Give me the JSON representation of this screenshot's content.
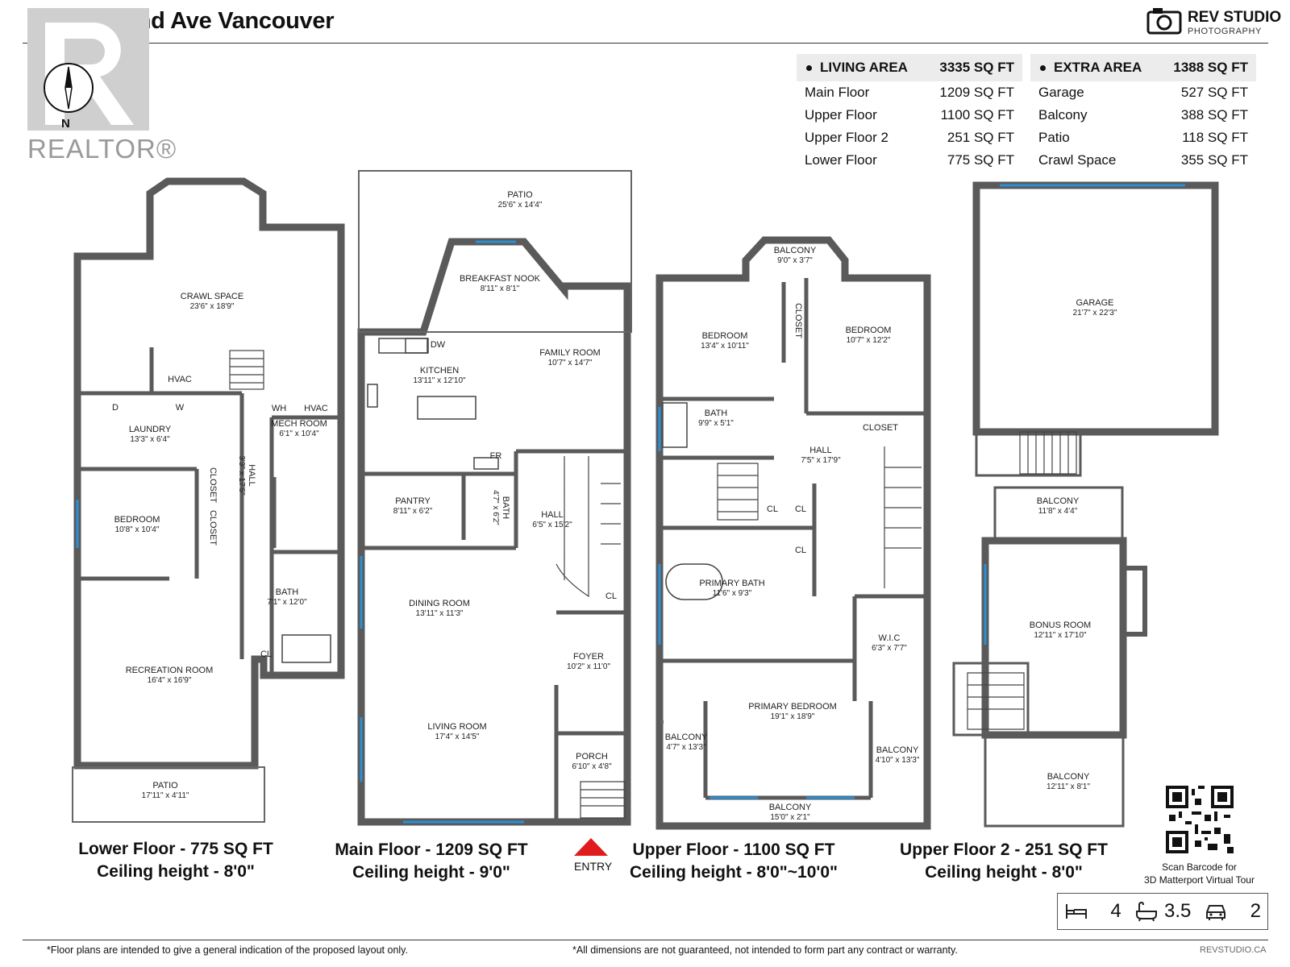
{
  "header": {
    "title": "4648 W 2nd Ave Vancouver",
    "brand_name": "REV STUDIO",
    "brand_sub": "PHOTOGRAPHY",
    "realtor_word": "REALTOR®",
    "compass_label": "N"
  },
  "living_area": {
    "label": "LIVING AREA",
    "total": "3335 SQ FT",
    "rows": [
      {
        "label": "Main Floor",
        "value": "1209 SQ FT"
      },
      {
        "label": "Upper Floor",
        "value": "1100 SQ FT"
      },
      {
        "label": "Upper Floor 2",
        "value": "251 SQ FT"
      },
      {
        "label": "Lower Floor",
        "value": "775 SQ FT"
      }
    ]
  },
  "extra_area": {
    "label": "EXTRA AREA",
    "total": "1388 SQ FT",
    "rows": [
      {
        "label": "Garage",
        "value": "527 SQ FT"
      },
      {
        "label": "Balcony",
        "value": "388 SQ FT"
      },
      {
        "label": "Patio",
        "value": "118 SQ FT"
      },
      {
        "label": "Crawl Space",
        "value": "355 SQ FT"
      }
    ]
  },
  "floors": [
    {
      "title": "Lower Floor - 775 SQ FT",
      "ceiling": "Ceiling height - 8'0\""
    },
    {
      "title": "Main Floor - 1209 SQ FT",
      "ceiling": "Ceiling height - 9'0\""
    },
    {
      "title": "Upper Floor - 1100 SQ FT",
      "ceiling": "Ceiling height - 8'0\"~10'0\""
    },
    {
      "title": "Upper Floor 2 - 251 SQ FT",
      "ceiling": "Ceiling height - 8'0\""
    }
  ],
  "rooms": {
    "lower": [
      {
        "name": "CRAWL SPACE",
        "dims": "23'6\" x 18'9\""
      },
      {
        "name": "LAUNDRY",
        "dims": "13'3\" x 6'4\""
      },
      {
        "name": "MECH ROOM",
        "dims": "6'1\" x 10'4\""
      },
      {
        "name": "BEDROOM",
        "dims": "10'8\" x 10'4\""
      },
      {
        "name": "BATH",
        "dims": "7'1\" x 12'0\""
      },
      {
        "name": "RECREATION ROOM",
        "dims": "16'4\" x 16'9\""
      },
      {
        "name": "PATIO",
        "dims": "17'11\" x 4'11\""
      },
      {
        "name": "HALL",
        "dims": "3'3\" x 17'5\""
      }
    ],
    "main": [
      {
        "name": "PATIO",
        "dims": "25'6\" x 14'4\""
      },
      {
        "name": "BREAKFAST NOOK",
        "dims": "8'11\" x 8'1\""
      },
      {
        "name": "KITCHEN",
        "dims": "13'11\" x 12'10\""
      },
      {
        "name": "FAMILY ROOM",
        "dims": "10'7\" x 14'7\""
      },
      {
        "name": "PANTRY",
        "dims": "8'11\" x 6'2\""
      },
      {
        "name": "BATH",
        "dims": "4'7\" x 6'2\""
      },
      {
        "name": "HALL",
        "dims": "6'5\" x 15'2\""
      },
      {
        "name": "DINING ROOM",
        "dims": "13'11\" x 11'3\""
      },
      {
        "name": "FOYER",
        "dims": "10'2\" x 11'0\""
      },
      {
        "name": "LIVING ROOM",
        "dims": "17'4\" x 14'5\""
      },
      {
        "name": "PORCH",
        "dims": "6'10\" x 4'8\""
      }
    ],
    "upper": [
      {
        "name": "BALCONY",
        "dims": "9'0\" x 3'7\""
      },
      {
        "name": "BEDROOM",
        "dims": "13'4\" x 10'11\""
      },
      {
        "name": "BEDROOM",
        "dims": "10'7\" x 12'2\""
      },
      {
        "name": "BATH",
        "dims": "9'9\" x 5'1\""
      },
      {
        "name": "HALL",
        "dims": "7'5\" x 17'9\""
      },
      {
        "name": "PRIMARY BATH",
        "dims": "11'6\" x 9'3\""
      },
      {
        "name": "W.I.C",
        "dims": "6'3\" x 7'7\""
      },
      {
        "name": "PRIMARY BEDROOM",
        "dims": "19'1\" x 18'9\""
      },
      {
        "name": "BALCONY",
        "dims": "4'7\" x 13'3\""
      },
      {
        "name": "BALCONY",
        "dims": "4'10\" x 13'3\""
      },
      {
        "name": "BALCONY",
        "dims": "15'0\" x 2'1\""
      }
    ],
    "upper2": [
      {
        "name": "GARAGE",
        "dims": "21'7\" x 22'3\""
      },
      {
        "name": "BALCONY",
        "dims": "11'8\" x 4'4\""
      },
      {
        "name": "BONUS ROOM",
        "dims": "12'11\" x 17'10\""
      },
      {
        "name": "BALCONY",
        "dims": "12'11\" x 8'1\""
      }
    ]
  },
  "fixtures": {
    "hvac": "HVAC",
    "dryer": "D",
    "washer": "W",
    "water_heater": "WH",
    "closet": "CLOSET",
    "cl": "CL",
    "dishwasher": "DW",
    "fridge": "FR"
  },
  "entry_label": "ENTRY",
  "qr_caption": [
    "Scan Barcode for",
    "3D Matterport Virtual Tour"
  ],
  "stats": {
    "bedrooms": "4",
    "bathrooms": "3.5",
    "garage": "2"
  },
  "footer": {
    "left": "*Floor plans are intended to give a general indication of the proposed layout only.",
    "middle": "*All dimensions are not guaranteed, not intended to form part any contract or warranty.",
    "right": "REVSTUDIO.CA"
  },
  "colors": {
    "wall": "#5a5a5a",
    "window": "#2a8fd6",
    "door": "#22a85a",
    "entry": "#e01b1b"
  }
}
